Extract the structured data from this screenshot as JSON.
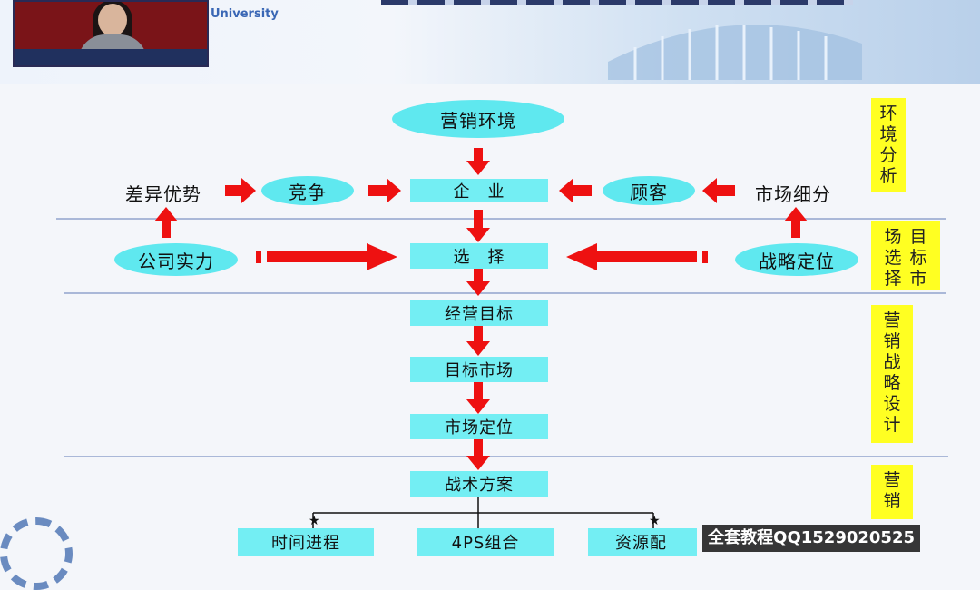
{
  "header": {
    "university_text": "University"
  },
  "nodes": {
    "environment": "营销环境",
    "enterprise": "企　业",
    "customer": "顾客",
    "segmentation": "市场细分",
    "competition": "竞争",
    "differentiation": "差异优势",
    "company_strength": "公司实力",
    "selection": "选　择",
    "positioning_strategy": "战略定位",
    "business_goal": "经营目标",
    "target_market": "目标市场",
    "market_positioning": "市场定位",
    "tactical_plan": "战术方案",
    "timeline": "时间进程",
    "combo_4ps": "4PS组合",
    "resource_allocation": "资源配"
  },
  "side_labels": {
    "env_analysis": "环境分析",
    "target_market_selection_col1": "场选择",
    "target_market_selection_col2": "目标市",
    "strategy_design": "营销战略设计",
    "marketing": "营销"
  },
  "watermark": "全套教程QQ1529020525",
  "colors": {
    "node_fill": "#5fe8ef",
    "arrow": "#ee1111",
    "label_bg": "#ffff22"
  }
}
